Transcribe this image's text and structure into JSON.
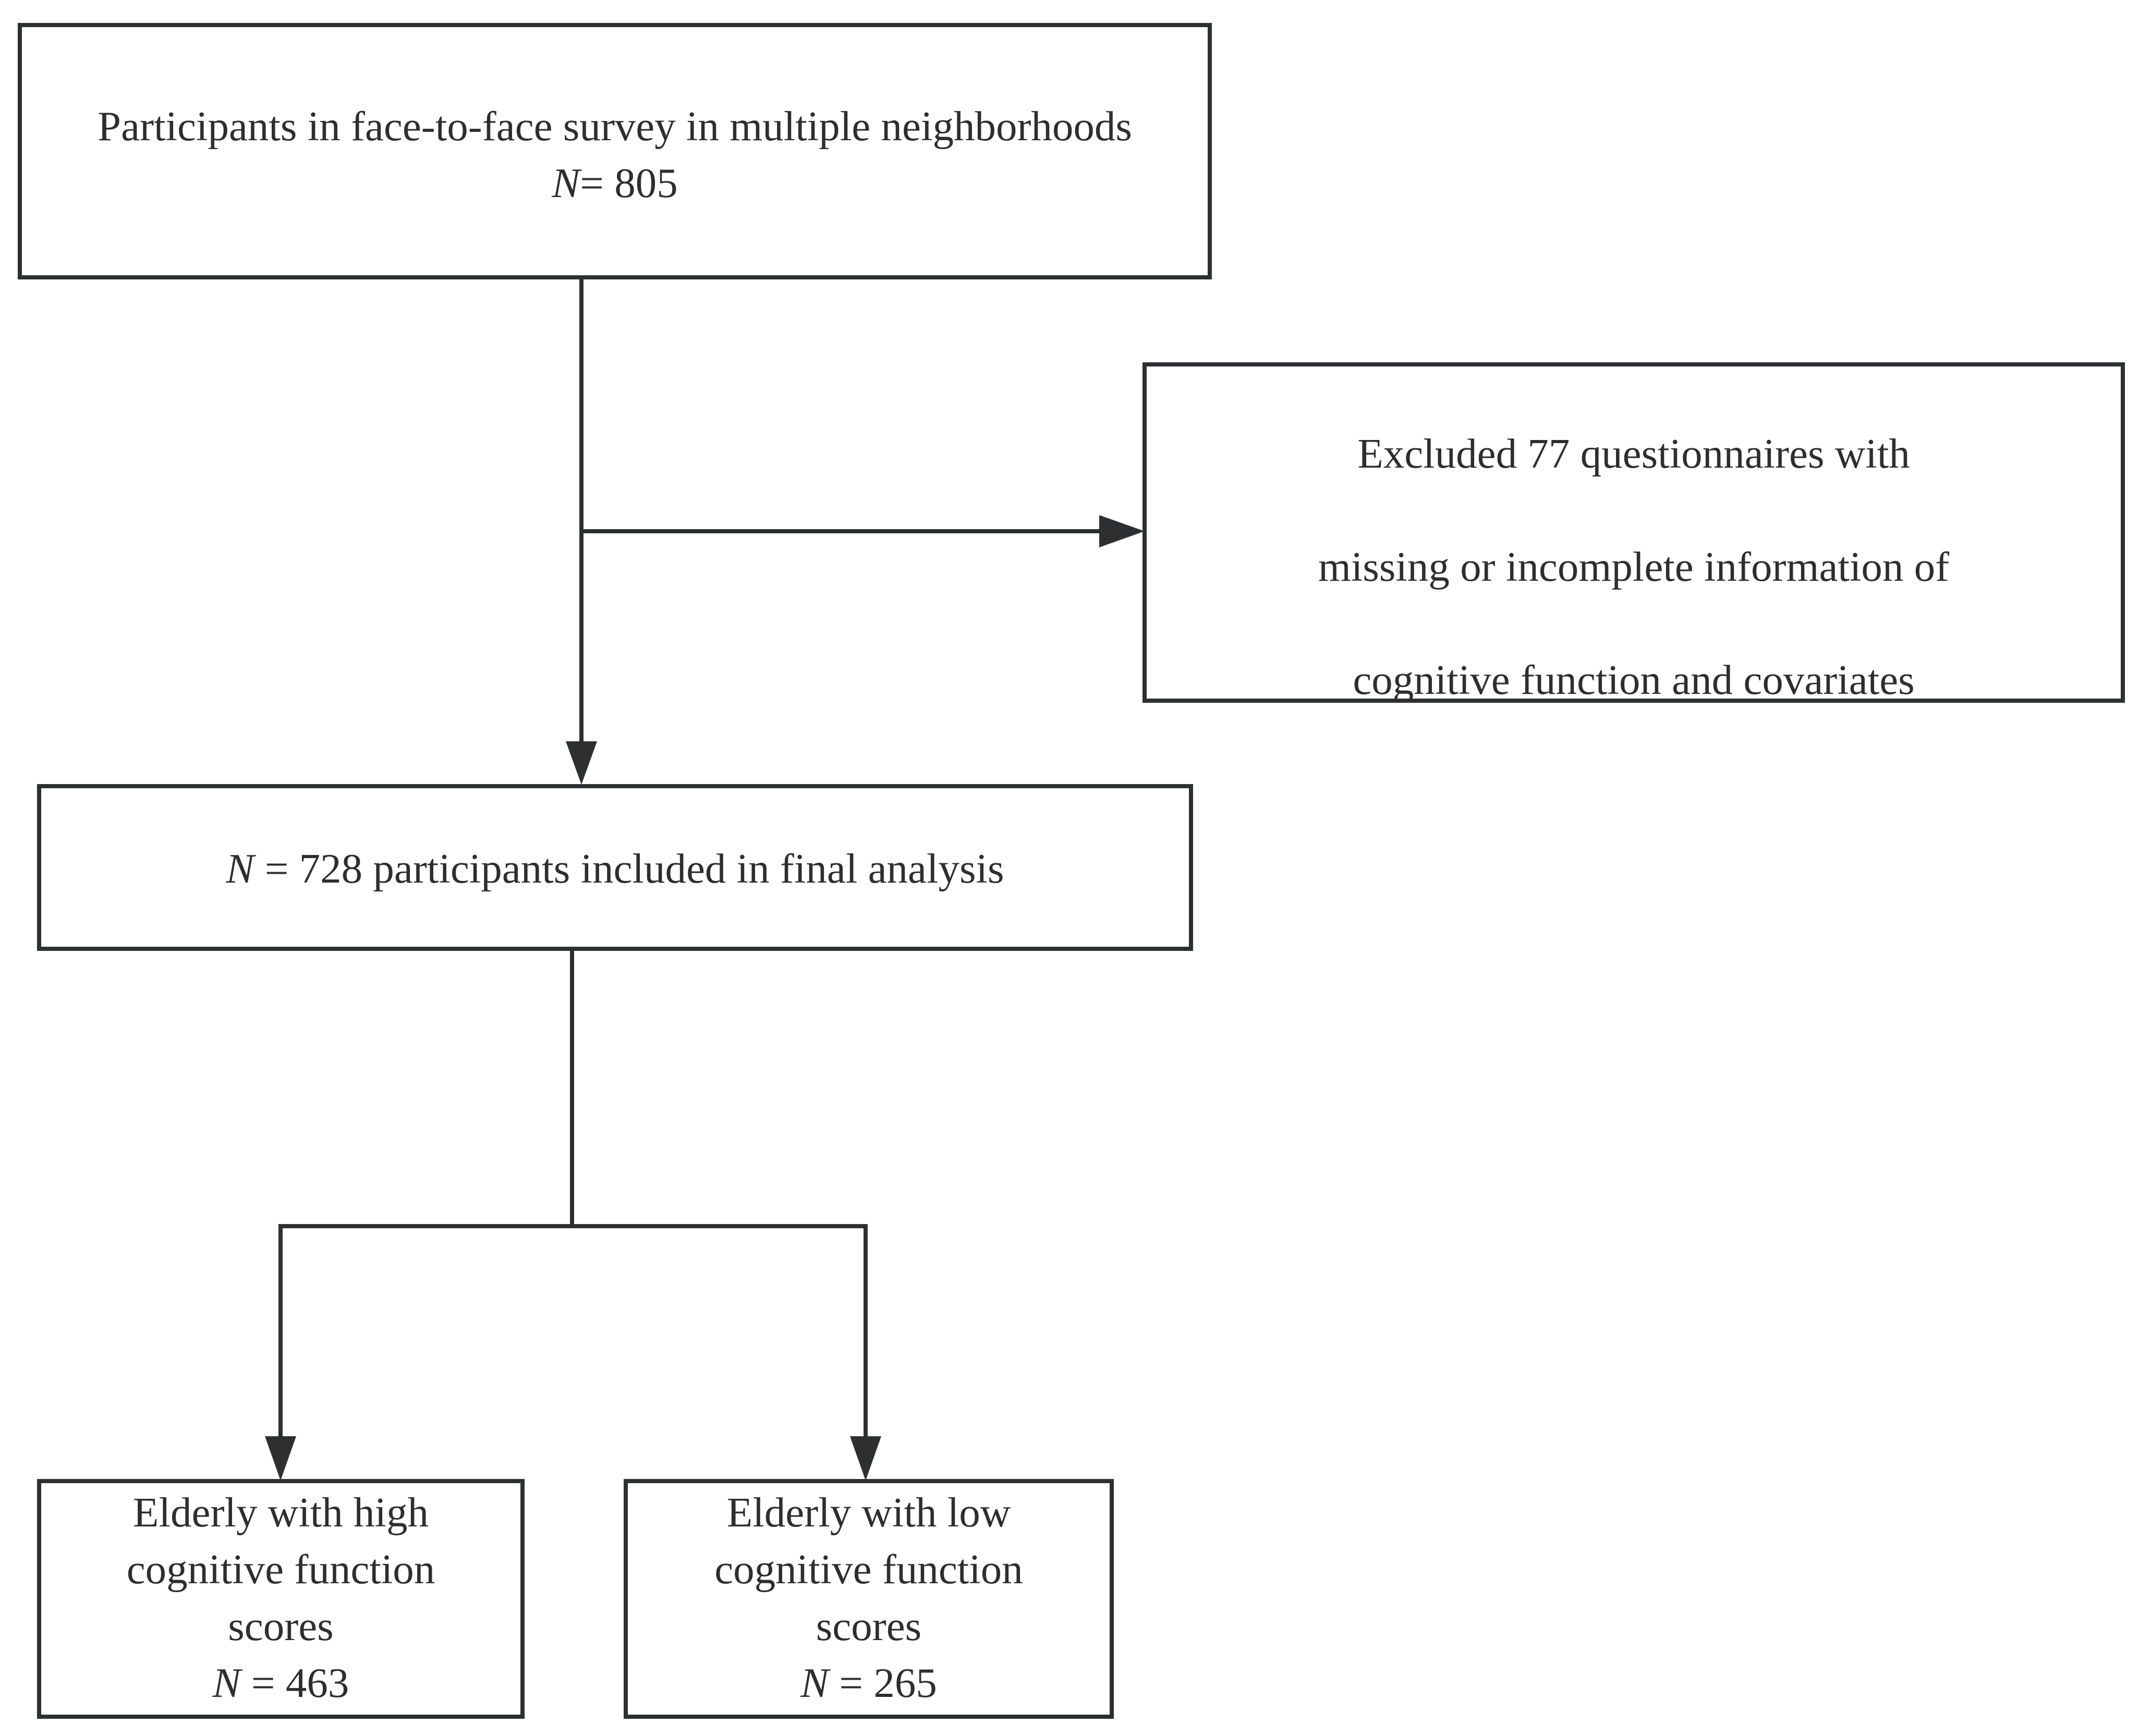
{
  "boxes": {
    "top": {
      "line1": "Participants in face-to-face survey in multiple neighborhoods",
      "n_symbol": "N",
      "n_rest": "= 805"
    },
    "excluded": {
      "line1": "Excluded 77 questionnaires with",
      "line2": "missing or incomplete information of",
      "line3": "cognitive function and covariates"
    },
    "final": {
      "n_symbol": "N",
      "n_rest": " = 728 participants  included in final  analysis"
    },
    "high": {
      "line1": "Elderly with high",
      "line2": "cognitive function",
      "line3": "scores",
      "n_symbol": "N",
      "n_rest": " = 463"
    },
    "low": {
      "line1": "Elderly with low",
      "line2": "cognitive function",
      "line3": "scores",
      "n_symbol": "N",
      "n_rest": " = 265"
    }
  },
  "colors": {
    "stroke": "#2e2f31",
    "text": "#2e2e2e",
    "background": "#ffffff"
  }
}
